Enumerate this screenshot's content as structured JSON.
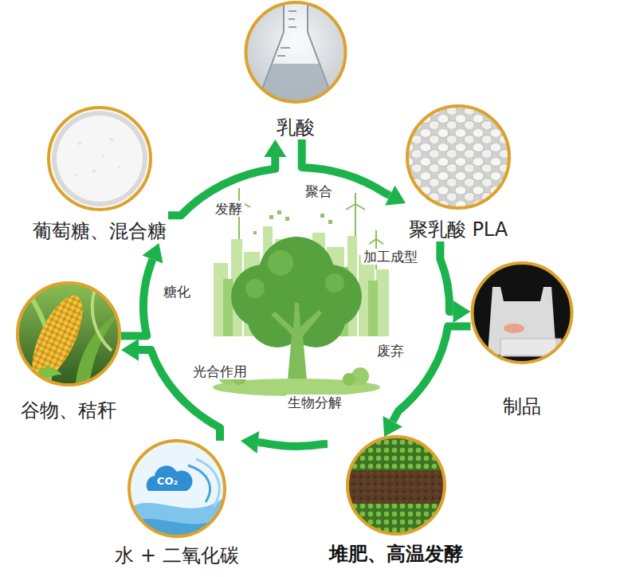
{
  "diagram": {
    "nodes": [
      {
        "text": [
          "乳酸"
        ]
      },
      {
        "text": [
          "聚乳酸 PLA"
        ]
      },
      {
        "text": [
          "制品"
        ]
      },
      {
        "text": [
          "堆肥、高温发酵"
        ]
      },
      {
        "text": [
          "水 + 二氧化碳"
        ]
      },
      {
        "text": [
          "谷物、秸秆"
        ]
      },
      {
        "text": [
          "葡萄糖、混合糖"
        ]
      }
    ],
    "edges": [
      {
        "from": 6,
        "to": 0,
        "label": "发酵",
        "arrow": "to"
      },
      {
        "from": 0,
        "to": 1,
        "label": "聚合",
        "arrow": "to"
      },
      {
        "from": 1,
        "to": 2,
        "label": "加工成型",
        "arrow": "to"
      },
      {
        "from": 2,
        "to": 3,
        "label": "废弃",
        "arrow": "to"
      },
      {
        "from": 3,
        "to": 4,
        "label": "生物分解",
        "arrow": "to"
      },
      {
        "from": 4,
        "to": 5,
        "label": "光合作用",
        "arrow": "to"
      },
      {
        "from": 5,
        "to": 6,
        "label": "糖化",
        "arrow": "to"
      }
    ],
    "labels": [
      "CO₂"
    ]
  }
}
